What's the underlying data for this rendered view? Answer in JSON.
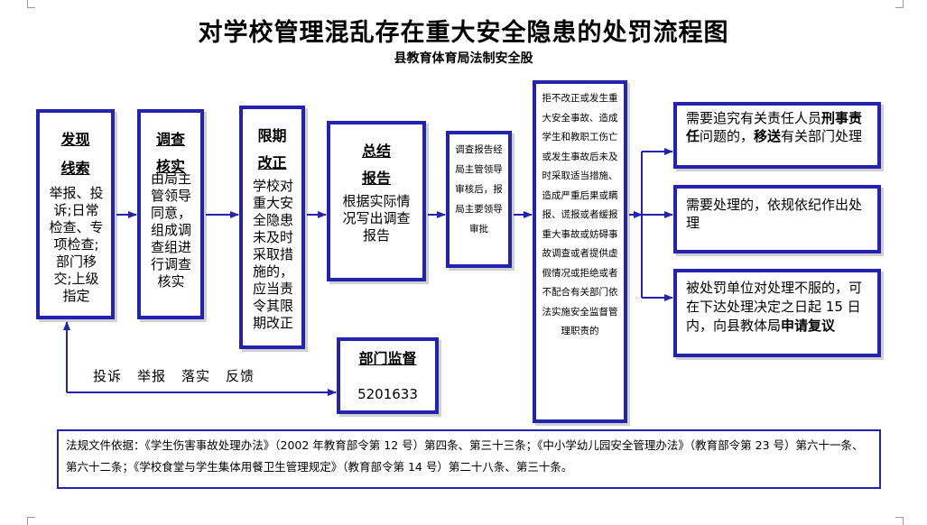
{
  "title": "对学校管理混乱存在重大安全隐患的处罚流程图",
  "subtitle": "县教育体育局法制安全股",
  "steps": [
    {
      "label_a": "发现",
      "label_b": "线索",
      "text": "举报、投诉;日常检查、专项检查;部门移交;上级指定"
    },
    {
      "label_a": "调查",
      "label_b": "核实",
      "text": "由局主管领导同意，组成调查组进行调查核实"
    },
    {
      "label_a": "限期",
      "label_b": "改正",
      "text": "学校对重大安全隐患未及时采取措施的，应当责令其限期改正"
    },
    {
      "label_a": "总结",
      "label_b": "报告",
      "text": "根据实际情况写出调查报告"
    }
  ],
  "approval": {
    "text": "调查报告经局主管领导审核后，报局主要领导审批"
  },
  "condition": {
    "text": "拒不改正或发生重大安全事故、造成学生和教职工伤亡或发生事故后未及时采取适当措施、造成严重后果或瞒报、谎报或者缓报重大事故或妨碍事故调查或者提供虚假情况或拒绝或者不配合有关部门依法实施安全监督管理职责的"
  },
  "outcomes": [
    {
      "pre": "需要追究有关责任人员",
      "b1": "刑事责任",
      "mid": "问题的，",
      "b2": "移送",
      "post": "有关部门处理"
    },
    {
      "text": "需要处理的，依规依纪作出处理"
    },
    {
      "pre": "被处罚单位对处理不服的，可在下达处理决定之日起 15 日内，向县教体局",
      "bold": "申请复议"
    }
  ],
  "supervision": {
    "label": "部门监督",
    "phone": "5201633"
  },
  "feedback": {
    "items": [
      "投诉",
      "举报",
      "落实",
      "反馈"
    ]
  },
  "legal": {
    "text": "法规文件依据：《学生伤害事故处理办法》（2002 年教育部令第 12 号）第四条、第三十三条；《中小学幼儿园安全管理办法》（教育部令第 23 号）第六十一条、第六十二条；《学校食堂与学生集体用餐卫生管理规定》（教育部令第 14 号）第二十八条、第三十条。"
  },
  "colors": {
    "border": "#2323b0",
    "arrow": "#2323b0",
    "shadow": "#d0d0d0"
  }
}
